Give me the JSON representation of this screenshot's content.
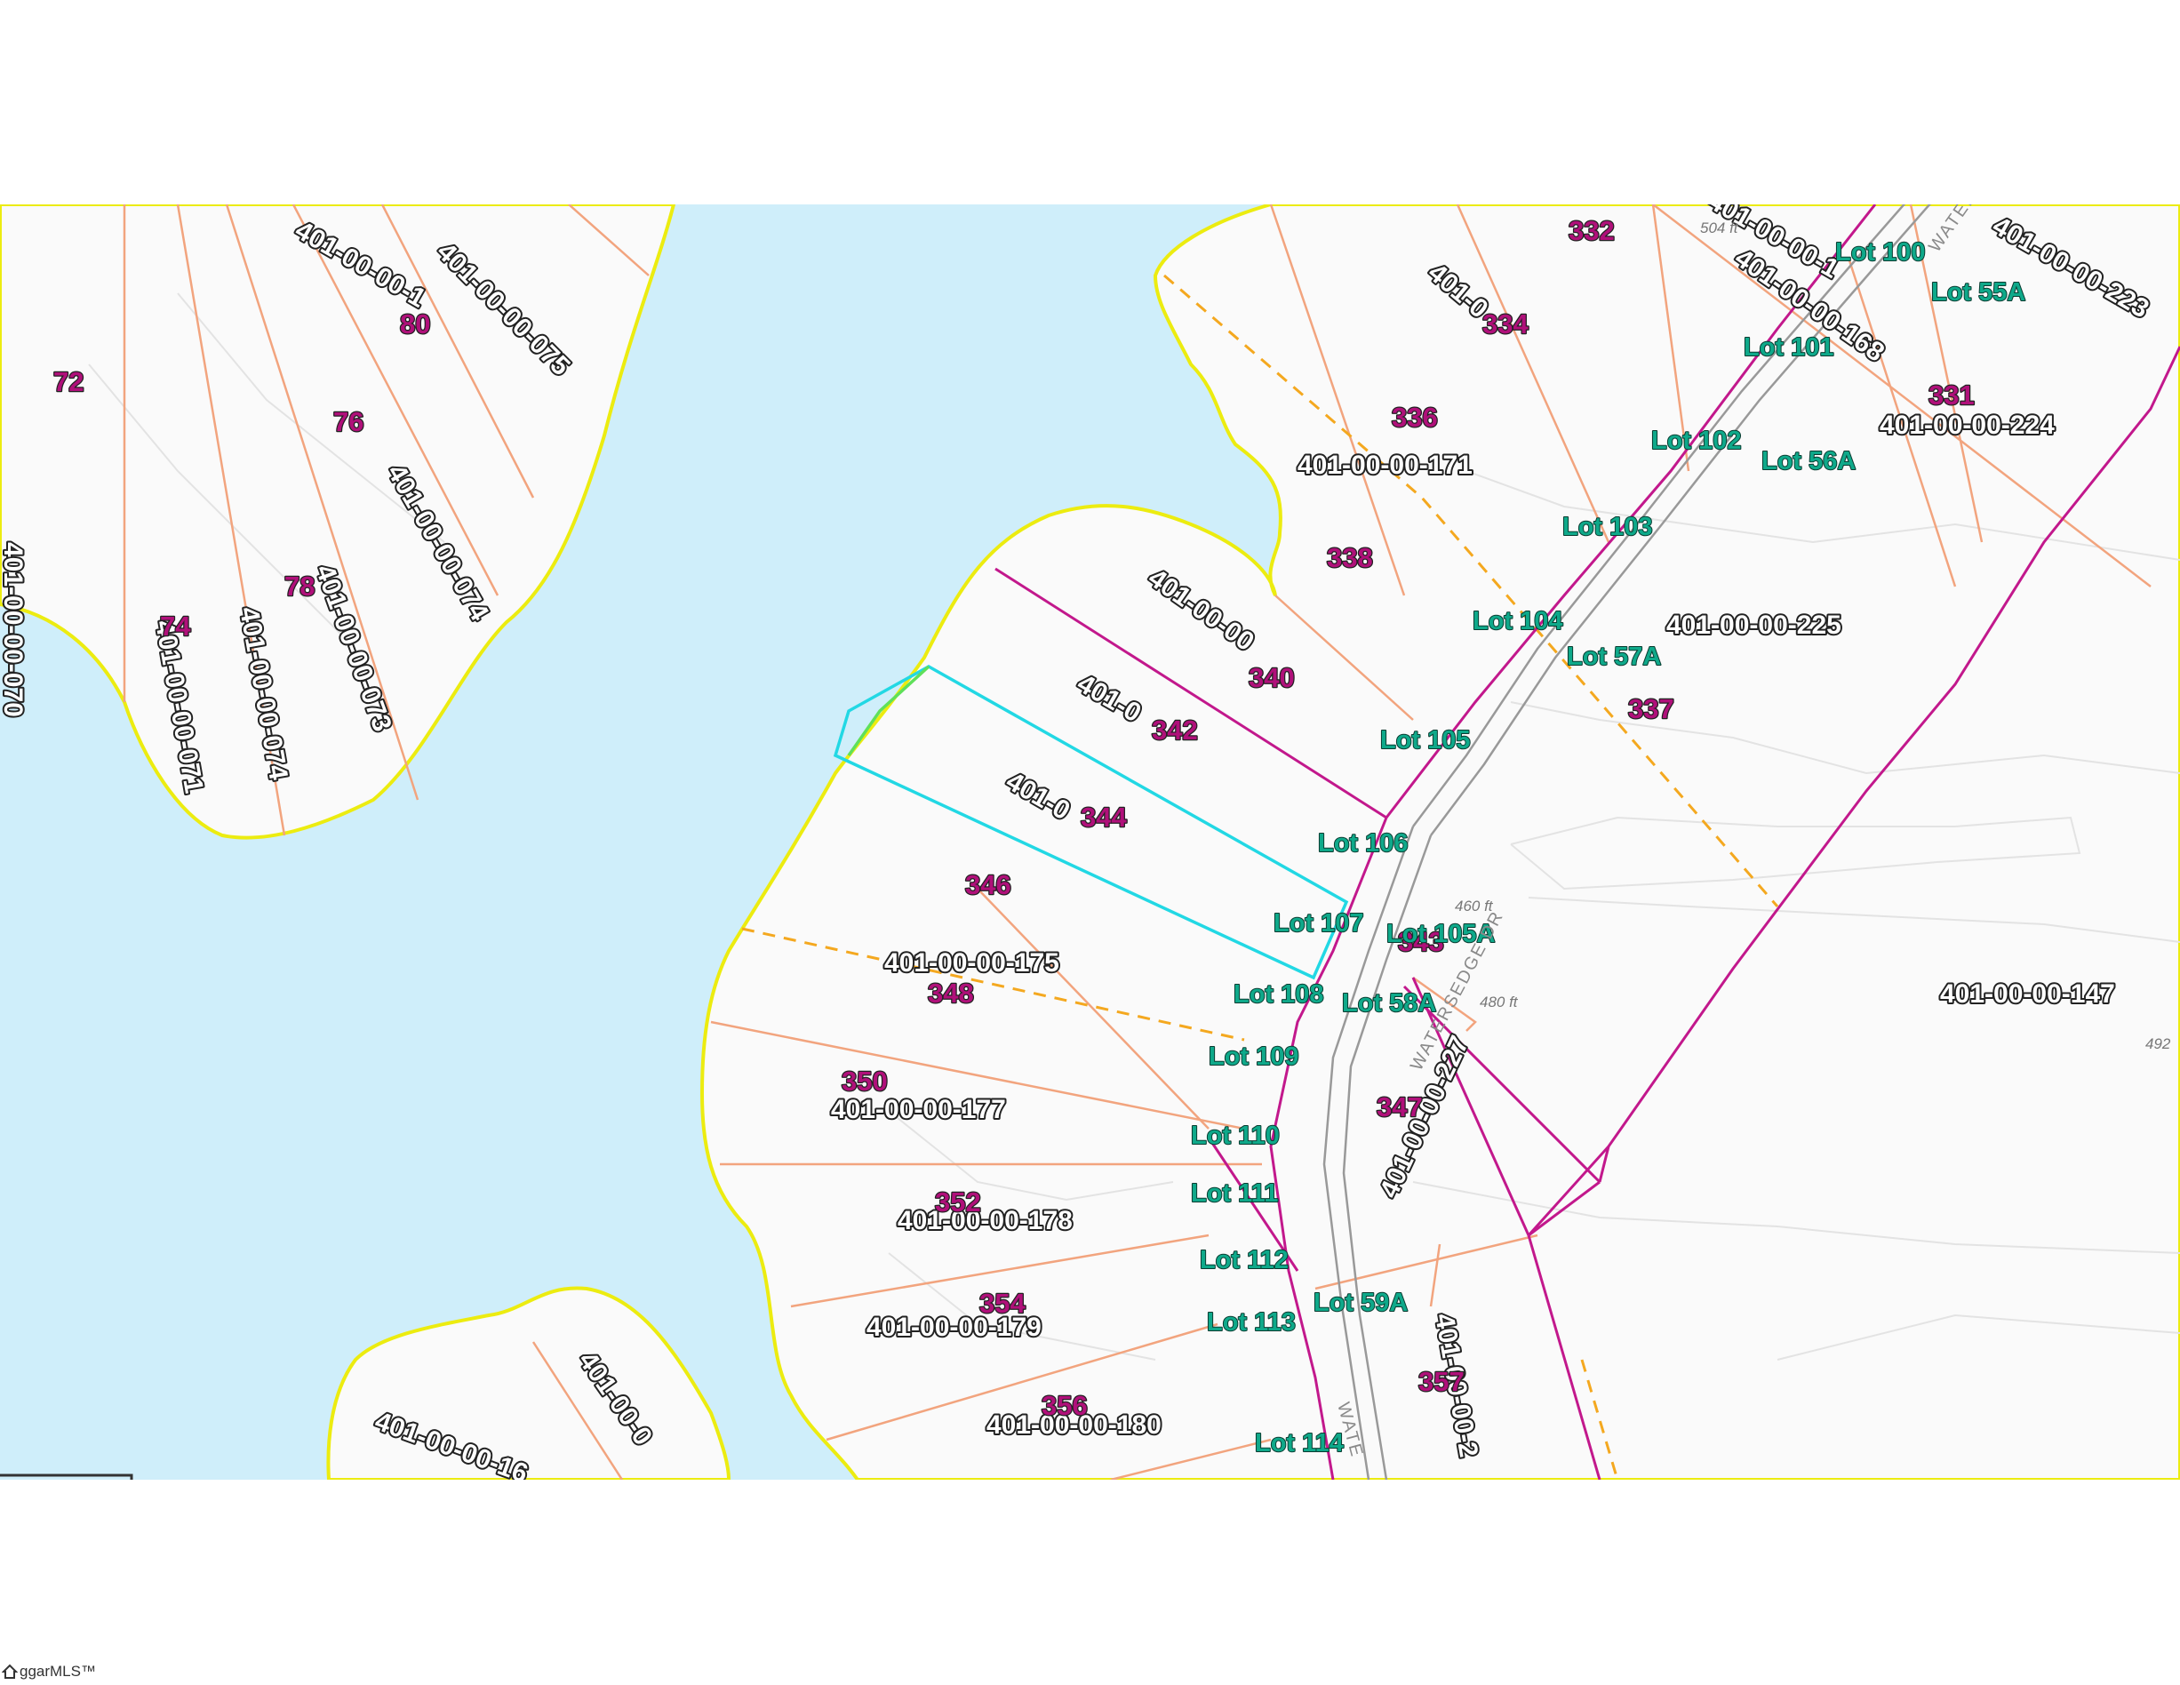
{
  "map": {
    "colors": {
      "water": "#cfeefa",
      "land": "#fafafa",
      "shoreline": "#ecec10",
      "lot_line": "#f2a47e",
      "road_boundary": "#c2188c",
      "selected_parcel": "#22d8e4",
      "setback": "#f4a81f",
      "contour": "#e3e3e3"
    },
    "parcel_ids": [
      "401-00-00-070",
      "401-00-00-071",
      "401-00-00-074",
      "401-00-00-073",
      "401-00-00-074",
      "401-00-00-075",
      "401-00-00-168",
      "401-0",
      "401-00-00-171",
      "401-00-00-224",
      "401-00-00-223",
      "401-00-00-225",
      "401-00-00",
      "401-0",
      "401-0",
      "401-00-00-175",
      "401-00-00-177",
      "401-00-00-178",
      "401-00-00-179",
      "401-00-00-180",
      "401-00-00-147",
      "401-00-00-227",
      "401-00-00-2",
      "401-00-00-16",
      "401-00-0",
      "401-00-00-1",
      "401-00-00-1"
    ],
    "parcel_numbers": [
      "72",
      "74",
      "76",
      "78",
      "80",
      "332",
      "334",
      "336",
      "338",
      "331",
      "340",
      "337",
      "342",
      "344",
      "346",
      "348",
      "343",
      "350",
      "347",
      "352",
      "354",
      "356",
      "357"
    ],
    "lot_labels": [
      "Lot 100",
      "Lot 55A",
      "Lot 101",
      "Lot 102",
      "Lot 56A",
      "Lot 103",
      "Lot 104",
      "Lot 57A",
      "Lot 105",
      "Lot 106",
      "Lot 107",
      "Lot 105A",
      "Lot 108",
      "Lot 58A",
      "Lot 109",
      "Lot 110",
      "Lot 111",
      "Lot 112",
      "Lot 59A",
      "Lot 113",
      "Lot 114"
    ],
    "street_names": [
      "WATERSEDGE DR",
      "WATER",
      "WATE"
    ],
    "elevations": [
      "504 ft",
      "460 ft",
      "480 ft",
      "492"
    ]
  },
  "footer": {
    "logo_text": "ggarMLS™"
  }
}
